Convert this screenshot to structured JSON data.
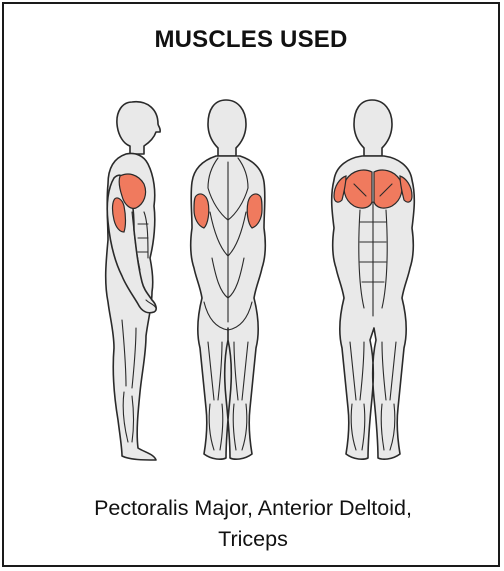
{
  "title": "MUSCLES USED",
  "caption": {
    "line1": "Pectoralis Major, Anterior Deltoid,",
    "line2": "Triceps"
  },
  "figures": [
    {
      "view": "side",
      "highlighted": [
        "anterior-deltoid",
        "triceps"
      ]
    },
    {
      "view": "back",
      "highlighted": [
        "triceps"
      ]
    },
    {
      "view": "front",
      "highlighted": [
        "pectoralis-major",
        "anterior-deltoid"
      ]
    }
  ],
  "colors": {
    "highlight": "#f07a5e",
    "body": "#e9e9e9",
    "outline": "#2a2a2a",
    "border": "#1a1a1a"
  }
}
